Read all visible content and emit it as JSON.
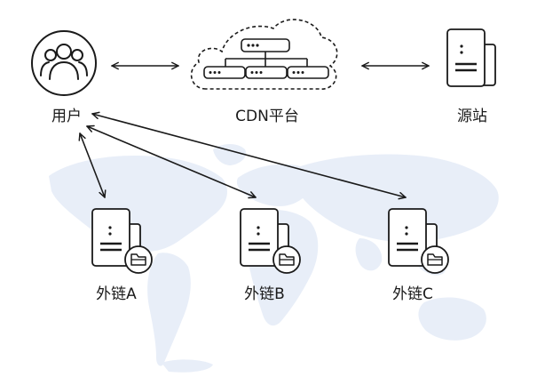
{
  "nodes": {
    "user": {
      "label": "用户",
      "icon": "user-group-icon"
    },
    "cdn": {
      "label": "CDN平台",
      "icon": "cloud-network-icon"
    },
    "origin": {
      "label": "源站",
      "icon": "server-icon"
    },
    "ext_a": {
      "label": "外链A",
      "icon": "file-server-icon"
    },
    "ext_b": {
      "label": "外链B",
      "icon": "file-server-icon"
    },
    "ext_c": {
      "label": "外链C",
      "icon": "file-server-icon"
    }
  },
  "colors": {
    "stroke": "#1a1a1a",
    "map": "#e8eef8",
    "background": "#ffffff"
  }
}
